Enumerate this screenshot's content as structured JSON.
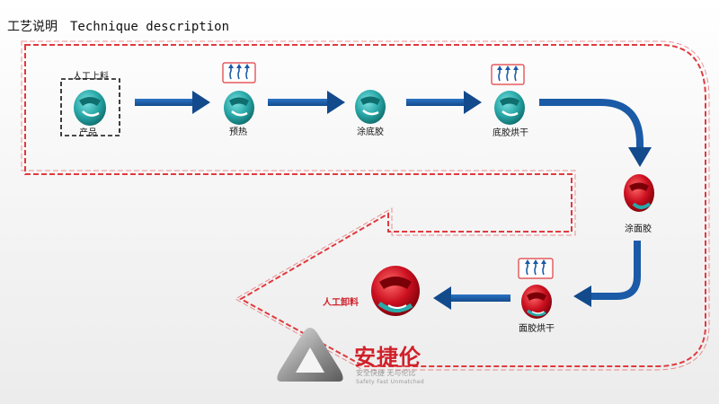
{
  "header": {
    "title_cn": "工艺说明",
    "title_en": "Technique description"
  },
  "steps": [
    {
      "label_top": "人工上料",
      "label": "产品"
    },
    {
      "label": "预热"
    },
    {
      "label": "涂底胶"
    },
    {
      "label": "底胶烘干"
    },
    {
      "label": "涂面胶"
    },
    {
      "label": "面胶烘干"
    },
    {
      "label": "人工卸料"
    }
  ],
  "logo": {
    "name": "安捷伦",
    "slogan": "安全快捷 无与伦比",
    "slogan_en": "Safety Fast Unmatched"
  },
  "colors": {
    "arrow": "#1a5aa6",
    "dashed_path": "#e03a3e",
    "part_teal": "#2aa9a9",
    "part_red": "#cc1020",
    "brand": "#d0202a"
  }
}
